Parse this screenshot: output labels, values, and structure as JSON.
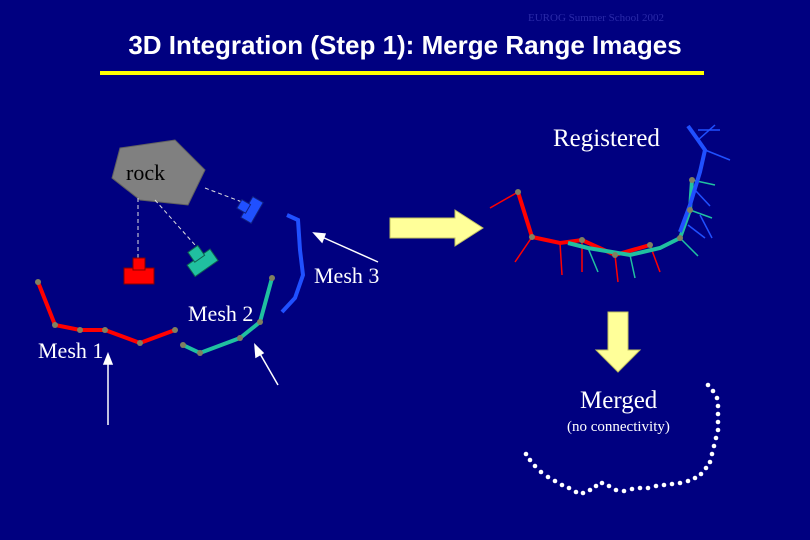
{
  "header": {
    "note": "EUROG Summer School 2002",
    "title": "3D Integration (Step 1): Merge Range Images"
  },
  "labels": {
    "rock": "rock",
    "mesh1": "Mesh 1",
    "mesh2": "Mesh 2",
    "mesh3": "Mesh 3",
    "registered": "Registered",
    "merged": "Merged",
    "merged_note": "(no connectivity)"
  },
  "colors": {
    "background": "#000080",
    "title_rule": "#ffff00",
    "rock": "#808080",
    "mesh1": "#ff0000",
    "mesh2": "#20c0a0",
    "mesh3": "#2050ff",
    "arrow_fill": "#ffff99",
    "dots": "#ffffff"
  }
}
